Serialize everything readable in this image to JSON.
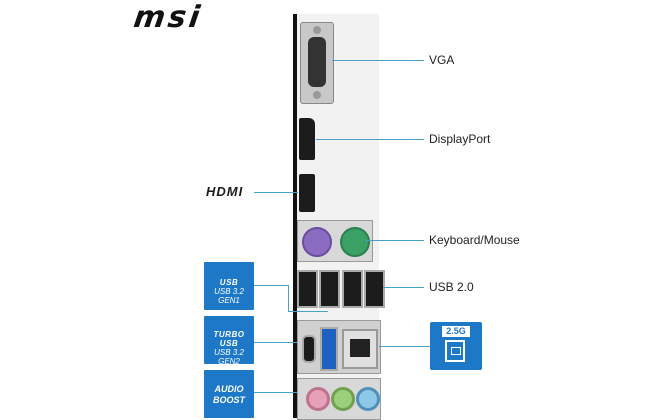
{
  "brand": {
    "logo": "msi"
  },
  "hdmi_logo": "HDMI",
  "labels": {
    "vga": "VGA",
    "displayport": "DisplayPort",
    "keyboard_mouse": "Keyboard/Mouse",
    "usb20": "USB 2.0"
  },
  "badges": {
    "usb_gen1_tag": "USB",
    "usb_gen1_text": "USB 3.2 GEN1",
    "usb_gen2_tag": "TURBO USB",
    "usb_gen2_text": "USB 3.2 GEN2",
    "audio_text": "AUDIO BOOST",
    "lan_speed": "2.5G"
  },
  "colors": {
    "accent": "#1e78c8",
    "ps2_keyboard": "#8a6cc0",
    "ps2_mouse": "#3aa064",
    "audio_pink": "#e8a0b8",
    "audio_green": "#9ad07a",
    "audio_blue": "#8ec8e8"
  }
}
